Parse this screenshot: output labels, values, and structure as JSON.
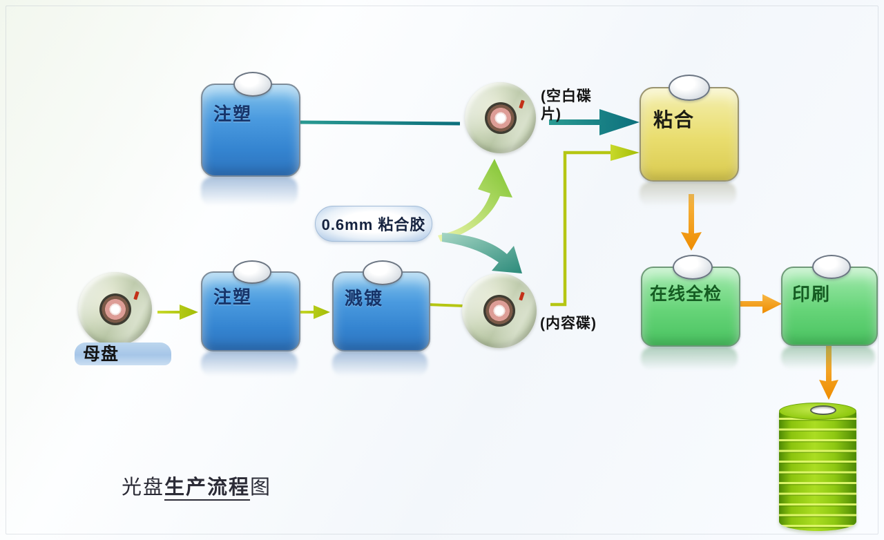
{
  "diagram": {
    "title": {
      "prefix": "光盘",
      "emphasis": "生产流程",
      "suffix": "图"
    },
    "nodes": {
      "injection_top": {
        "label": "注塑",
        "color": "#3e92d8"
      },
      "bonding": {
        "label": "粘合",
        "color": "#e6d96a"
      },
      "injection_bottom": {
        "label": "注塑",
        "color": "#3e92d8"
      },
      "sputtering": {
        "label": "溅镀",
        "color": "#3e92d8"
      },
      "inspection": {
        "label": "在线全检",
        "color": "#63d277"
      },
      "printing": {
        "label": "印刷",
        "color": "#63d277"
      }
    },
    "annotations": {
      "blank_disc": "(空白碟片)",
      "content_disc": "(内容碟)",
      "master_disc": "母盘",
      "adhesive": "0.6mm 粘合胶"
    },
    "colors": {
      "teal_connector": "#147f82",
      "yellow_green_connector": "#b2c711",
      "orange_connector": "#f49517",
      "curved_green_arrow": "#86c832",
      "curved_teal_arrow": "#2e8f80",
      "cylinder": "#8cc40e"
    }
  }
}
